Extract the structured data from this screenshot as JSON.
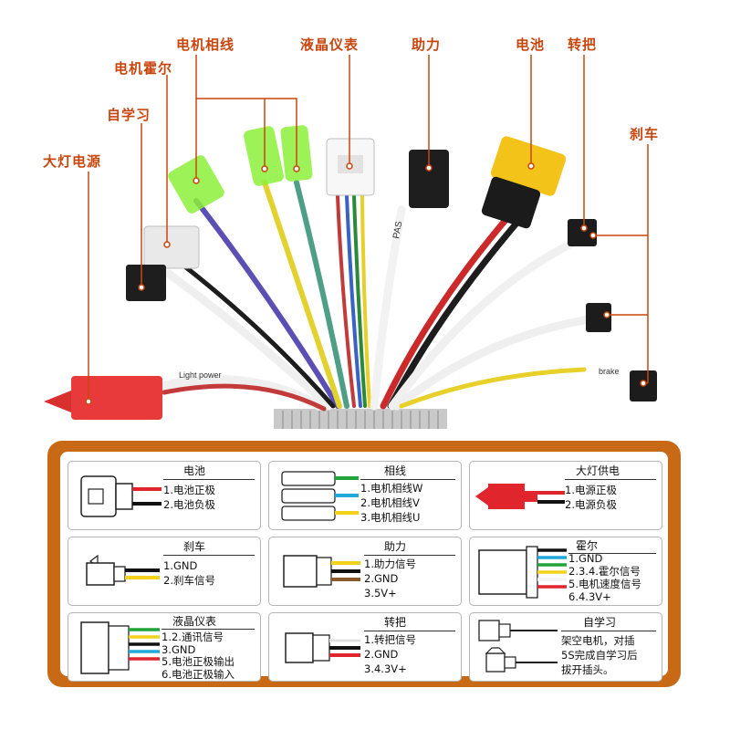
{
  "callouts": {
    "headlight_power": "大灯电源",
    "self_learn": "自学习",
    "motor_hall": "电机霍尔",
    "motor_phase": "电机相线",
    "lcd_meter": "液晶仪表",
    "assist": "助力",
    "battery": "电池",
    "throttle": "转把",
    "brake": "刹车"
  },
  "photo_labels": {
    "pas": "PAS",
    "light_power": "Light power",
    "brake": "brake"
  },
  "legend": {
    "battery": {
      "title": "电池",
      "lines": [
        "1.电池正极",
        "2.电池负极"
      ]
    },
    "phase": {
      "title": "相线",
      "lines": [
        "1.电机相线W",
        "2.电机相线V",
        "3.电机相线U"
      ]
    },
    "headlight": {
      "title": "大灯供电",
      "lines": [
        "1.电源正极",
        "2.电源负极"
      ]
    },
    "brake": {
      "title": "刹车",
      "lines": [
        "1.GND",
        "2.刹车信号"
      ]
    },
    "assist": {
      "title": "助力",
      "lines": [
        "1.助力信号",
        "2.GND",
        "3.5V+"
      ]
    },
    "hall": {
      "title": "霍尔",
      "lines": [
        "1.GND",
        "2.3.4.霍尔信号",
        "5.电机速度信号",
        "6.4.3V+"
      ]
    },
    "lcd": {
      "title": "液晶仪表",
      "lines": [
        "1.2.通讯信号",
        "3.GND",
        "5.电池正极输出",
        "6.电池正极输入"
      ]
    },
    "throttle": {
      "title": "转把",
      "lines": [
        "1.转把信号",
        "2.GND",
        "3.4.3V+"
      ]
    },
    "self_learn": {
      "title": "自学习",
      "lines": [
        "架空电机，对插",
        "5S完成自学习后",
        "拔开插头。"
      ]
    }
  },
  "colors": {
    "accent_orange": "#c86a15",
    "callout_text": "#c8460e",
    "wire_red": "#e0262c",
    "wire_black": "#111111",
    "wire_green": "#22a33a",
    "wire_blue": "#20a8d8",
    "wire_yellow": "#f2d21a",
    "wire_brown": "#8a5a2b",
    "wire_white": "#f4f4f4",
    "connector_red": "#e83a3a",
    "connector_yellow": "#f3c31a",
    "connector_green": "#8cf03a"
  }
}
